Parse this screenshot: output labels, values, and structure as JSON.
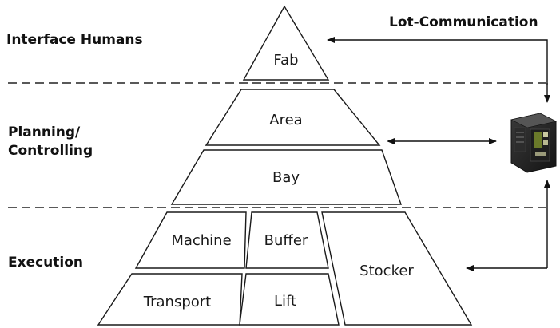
{
  "labels": {
    "interface": "Interface Humans",
    "planning": [
      "Planning/",
      "Controlling"
    ],
    "execution": "Execution",
    "lot_communication": "Lot-Communication"
  },
  "levels": {
    "fab": "Fab",
    "area": "Area",
    "bay": "Bay",
    "machine": "Machine",
    "buffer": "Buffer",
    "transport": "Transport",
    "lift": "Lift",
    "stocker": "Stocker"
  },
  "device": {
    "icon": "controller-device-icon"
  }
}
